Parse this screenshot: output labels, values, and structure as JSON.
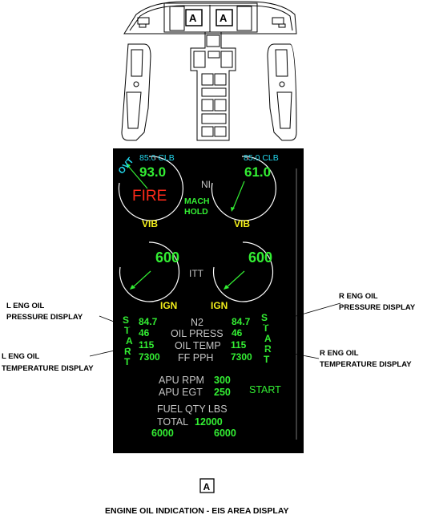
{
  "cockpit": {
    "panel_markers": [
      "A",
      "A"
    ]
  },
  "eis": {
    "left_engine": {
      "target": "85.0 CLB",
      "n1_value": "93.0",
      "ovt_label": "OVT",
      "fire_label": "FIRE",
      "vib_label": "VIB",
      "itt_value": "600",
      "ign_label": "IGN",
      "start_letters": [
        "S",
        "T",
        "A",
        "R",
        "T"
      ],
      "n2": "84.7",
      "oil_press": "46",
      "oil_temp": "115",
      "ff_pph": "7300",
      "fuel_qty": "6000"
    },
    "right_engine": {
      "target": "85.0 CLB",
      "n1_value": "61.0",
      "vib_label": "VIB",
      "itt_value": "600",
      "ign_label": "IGN",
      "start_letters": [
        "S",
        "T",
        "A",
        "R",
        "T"
      ],
      "n2": "84.7",
      "oil_press": "46",
      "oil_temp": "115",
      "ff_pph": "7300",
      "fuel_qty": "6000"
    },
    "center": {
      "ni_label": "NI",
      "mach_label": "MACH",
      "hold_label": "HOLD",
      "itt_label": "ITT",
      "n2_label": "N2",
      "oil_press_label": "OIL PRESS",
      "oil_temp_label": "OIL TEMP",
      "ff_label": "FF PPH"
    },
    "apu": {
      "rpm_label": "APU RPM",
      "rpm_value": "300",
      "egt_label": "APU EGT",
      "egt_value": "250",
      "start_label": "START"
    },
    "fuel": {
      "qty_label": "FUEL QTY LBS",
      "total_label": "TOTAL",
      "total_value": "12000"
    },
    "colors": {
      "green": "#33ee33",
      "cyan": "#22d8ee",
      "red": "#ff2a1a",
      "yellow": "#f2ee1a",
      "gray": "#c4c4c4"
    }
  },
  "callouts": {
    "l_press": [
      "L ENG OIL",
      "PRESSURE DISPLAY"
    ],
    "l_temp": [
      "L ENG OIL",
      "TEMPERATURE DISPLAY"
    ],
    "r_press": [
      "R ENG OIL",
      "PRESSURE DISPLAY"
    ],
    "r_temp": [
      "R ENG OIL",
      "TEMPERATURE DISPLAY"
    ]
  },
  "area_marker": "A",
  "caption": "ENGINE OIL INDICATION - EIS AREA DISPLAY"
}
